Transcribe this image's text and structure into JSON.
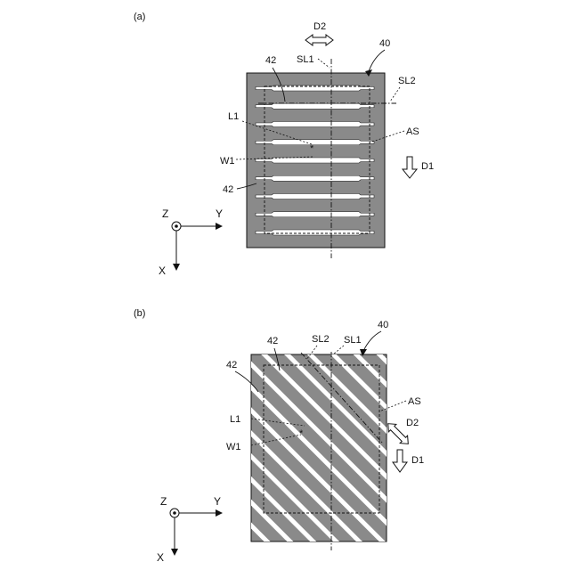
{
  "panel_a": {
    "tag": "(a)",
    "part": "40",
    "slit": "42",
    "slit_lower": "42",
    "d2": "D2",
    "d1": "D1",
    "sl1": "SL1",
    "sl2": "SL2",
    "l1": "L1",
    "w1": "W1",
    "as": "AS",
    "slit_count": 9,
    "axis": {
      "z": "Z",
      "y": "Y",
      "x": "X"
    }
  },
  "panel_b": {
    "tag": "(b)",
    "part": "40",
    "slit": "42",
    "slit_left": "42",
    "sl2": "SL2",
    "sl1": "SL1",
    "as": "AS",
    "d2": "D2",
    "d1": "D1",
    "l1": "L1",
    "w1": "W1",
    "stripe_count": 14,
    "axis": {
      "z": "Z",
      "y": "Y",
      "x": "X"
    }
  },
  "colors": {
    "plate": "#8a8a8a",
    "slit": "#ffffff",
    "line": "#111111"
  }
}
